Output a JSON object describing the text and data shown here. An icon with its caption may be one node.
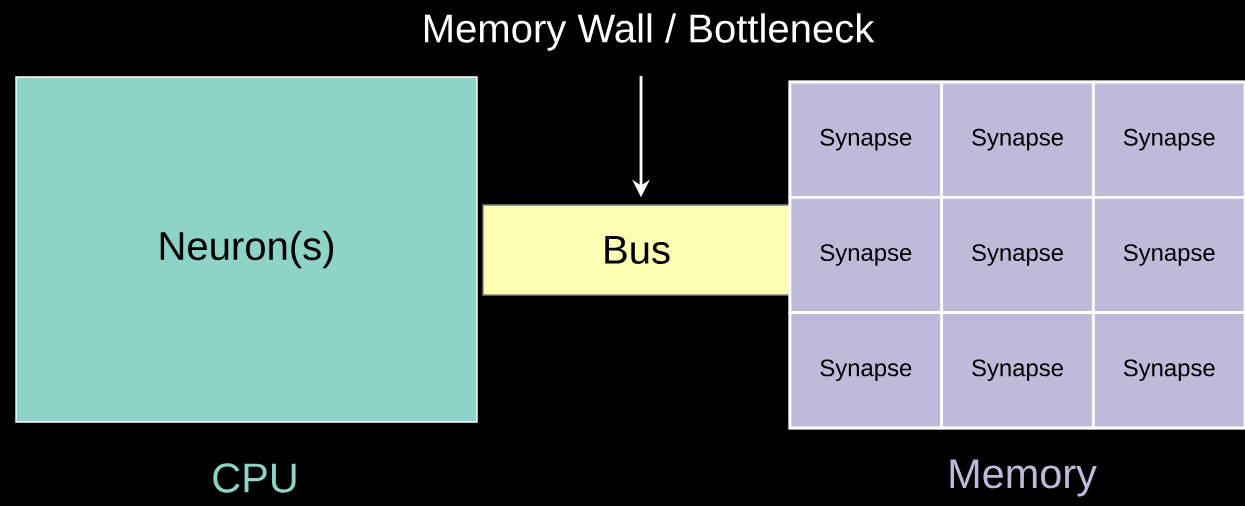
{
  "diagram": {
    "nodes": [
      {
        "text": [
          "Memory Wall / Bottleneck"
        ]
      },
      {
        "text": [
          "Neuron(s)"
        ],
        "beside": [
          "CPU"
        ]
      },
      {
        "text": [
          "Bus"
        ]
      },
      {
        "text": [],
        "shape": "box",
        "beside": [
          "Memory"
        ]
      },
      {
        "text": [
          "Synapse"
        ],
        "in": 3
      },
      {
        "text": [
          "Synapse"
        ],
        "in": 3
      },
      {
        "text": [
          "Synapse"
        ],
        "in": 3
      },
      {
        "text": [
          "Synapse"
        ],
        "in": 3
      },
      {
        "text": [
          "Synapse"
        ],
        "in": 3
      },
      {
        "text": [
          "Synapse"
        ],
        "in": 3
      },
      {
        "text": [
          "Synapse"
        ],
        "in": 3
      },
      {
        "text": [
          "Synapse"
        ],
        "in": 3
      },
      {
        "text": [
          "Synapse"
        ],
        "in": 3
      }
    ],
    "edges": [
      {
        "from": 0,
        "to": 2,
        "arrow": "to"
      }
    ]
  }
}
